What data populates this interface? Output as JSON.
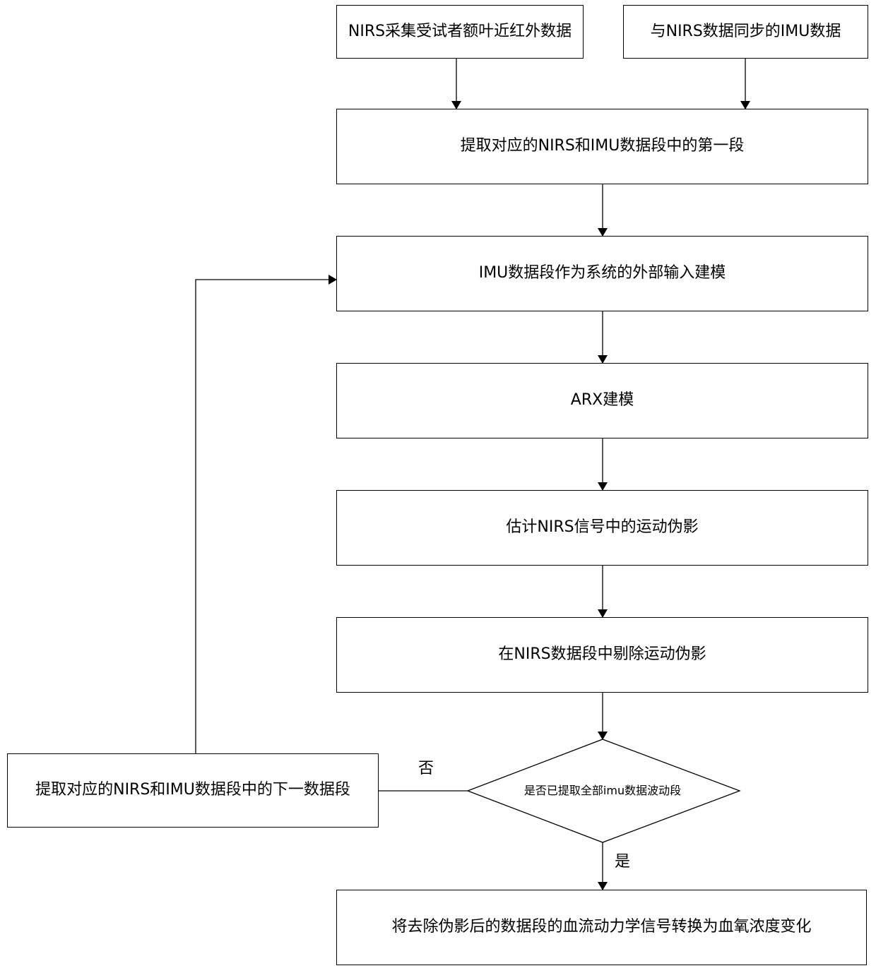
{
  "diagram": {
    "nodes": {
      "nirs_collect": "NIRS采集受试者额叶近红外数据",
      "imu_sync": "与NIRS数据同步的IMU数据",
      "extract_first": "提取对应的NIRS和IMU数据段中的第一段",
      "imu_model": "IMU数据段作为系统的外部输入建模",
      "arx_model": "ARX建模",
      "estimate_artifact": "估计NIRS信号中的运动伪影",
      "remove_artifact": "在NIRS数据段中剔除运动伪影",
      "decision": "是否已提取全部imu数据波动段",
      "extract_next": "提取对应的NIRS和IMU数据段中的下一数据段",
      "convert": "将去除伪影后的数据段的血流动力学信号转换为血氧浓度变化"
    },
    "edge_labels": {
      "no": "否",
      "yes": "是"
    }
  }
}
